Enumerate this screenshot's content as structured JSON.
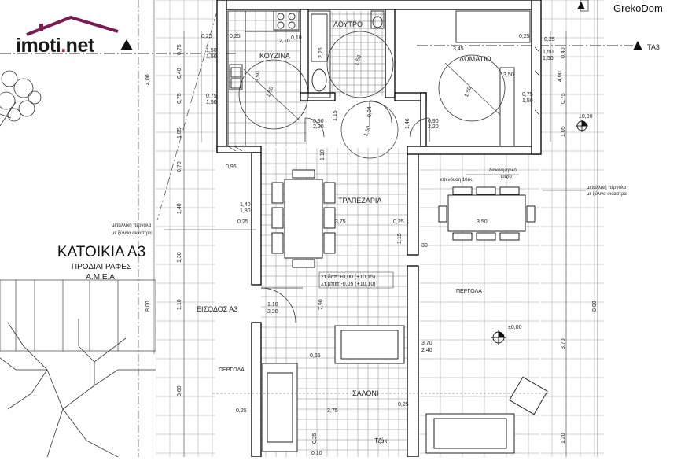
{
  "logo": {
    "brand": "imoti",
    "tld": "net"
  },
  "watermark": "GrekoDom",
  "title": {
    "main": "ΚΑΤΟΙΚΙΑ Α3",
    "sub1": "ΠΡΟΔΙΑΓΡΑΦΕΣ",
    "sub2": "Α.Μ.Ε.Α."
  },
  "rooms": {
    "kitchen": "ΚΟΥΖΙΝΑ",
    "bathroom": "ΛΟΥΤΡΟ",
    "bedroom": "ΔΩΜΑΤΙΟ",
    "dining": "ΤΡΑΠΕΖΑΡΙΑ",
    "living": "ΣΑΛΟΝΙ",
    "entrance": "ΕΙΣΟΔΟΣ Α3",
    "pergola_main": "ΠΕΡΓΟΛΑ",
    "pergola_left": "ΠΕΡΓΟΛΑ",
    "fireplace": "Τζάκι",
    "ta3": "ΤΑ3"
  },
  "notes": {
    "pergola_left_1": "μεταλλική πέργολα",
    "pergola_left_2": "με ξύλινα σκίαστρα",
    "pergola_right_1": "μεταλλική πέργολα",
    "pergola_right_2": "με ξύλινα σκίαστρα",
    "wall_1": "διακοσμητικό",
    "wall_2": "τοιχίο",
    "cladding": "επένδυση 10εκ.",
    "level_1": "Στ.δαπ:±0,00 (+10,15)",
    "level_2": "Στ.μπετ:-0,05 (+10,10)",
    "level_right": "±0,00",
    "level_top": "±0,00"
  },
  "dims": {
    "d_025a": "0,25",
    "d_210": "2,10",
    "d_010a": "0,10",
    "d_095": "0,95",
    "d_350k": "3,50",
    "d_150k": "1,50",
    "d_225": "2,25",
    "d_150b": "1,50",
    "d_345": "3,45",
    "d_025b": "0,25",
    "d_350b": "3,50",
    "d_150r": "1,50",
    "d_090a": "0,90",
    "d_220a": "2,20",
    "d_090b": "0,90",
    "d_220b": "2,20",
    "d_115": "1,15",
    "d_150c": "1,50",
    "d_004": "0,04",
    "d_110": "1,10",
    "d_146": "1,46",
    "d_375a": "3,75",
    "d_375b": "3,75",
    "d_350t": "3,50",
    "d_790": "7,90",
    "d_025c": "0,25",
    "d_110e": "1,10",
    "d_220e": "2,20",
    "d_370": "3,70",
    "d_240": "2,40",
    "d_065": "0,65",
    "d_025d": "0,25",
    "d_025e": "0,25",
    "d_025f": "0,25",
    "d_140": "1,40",
    "d_180": "1,80",
    "d_025g": "0,25",
    "d_115b": "1,15",
    "d_030": "30",
    "lv_400": "4,00",
    "lv_040": "0,40",
    "lv_075a": "0,75",
    "lv_075b": "0,75",
    "lv_105": "1,05",
    "lv_070": "0,70",
    "lv_140": "1,40",
    "lv_130": "1,30",
    "lv_110": "1,10",
    "lv_800": "8,00",
    "lv_360": "3,60",
    "rv_400": "4,00",
    "rv_040": "0,40",
    "rv_075a": "0,75",
    "rv_105": "1,05",
    "rv_800": "8,00",
    "rv_370": "3,70",
    "rv_120": "1,20",
    "w_025l": "0,25",
    "w_150l": "1,50",
    "w_075l": "0,75",
    "w_150l2": "1,50",
    "w_025r": "0,25",
    "w_150r": "1,50",
    "w_075r": "0,75",
    "w_150r2": "1,50",
    "bot_025": "0,25",
    "bot_010": "0,10"
  }
}
